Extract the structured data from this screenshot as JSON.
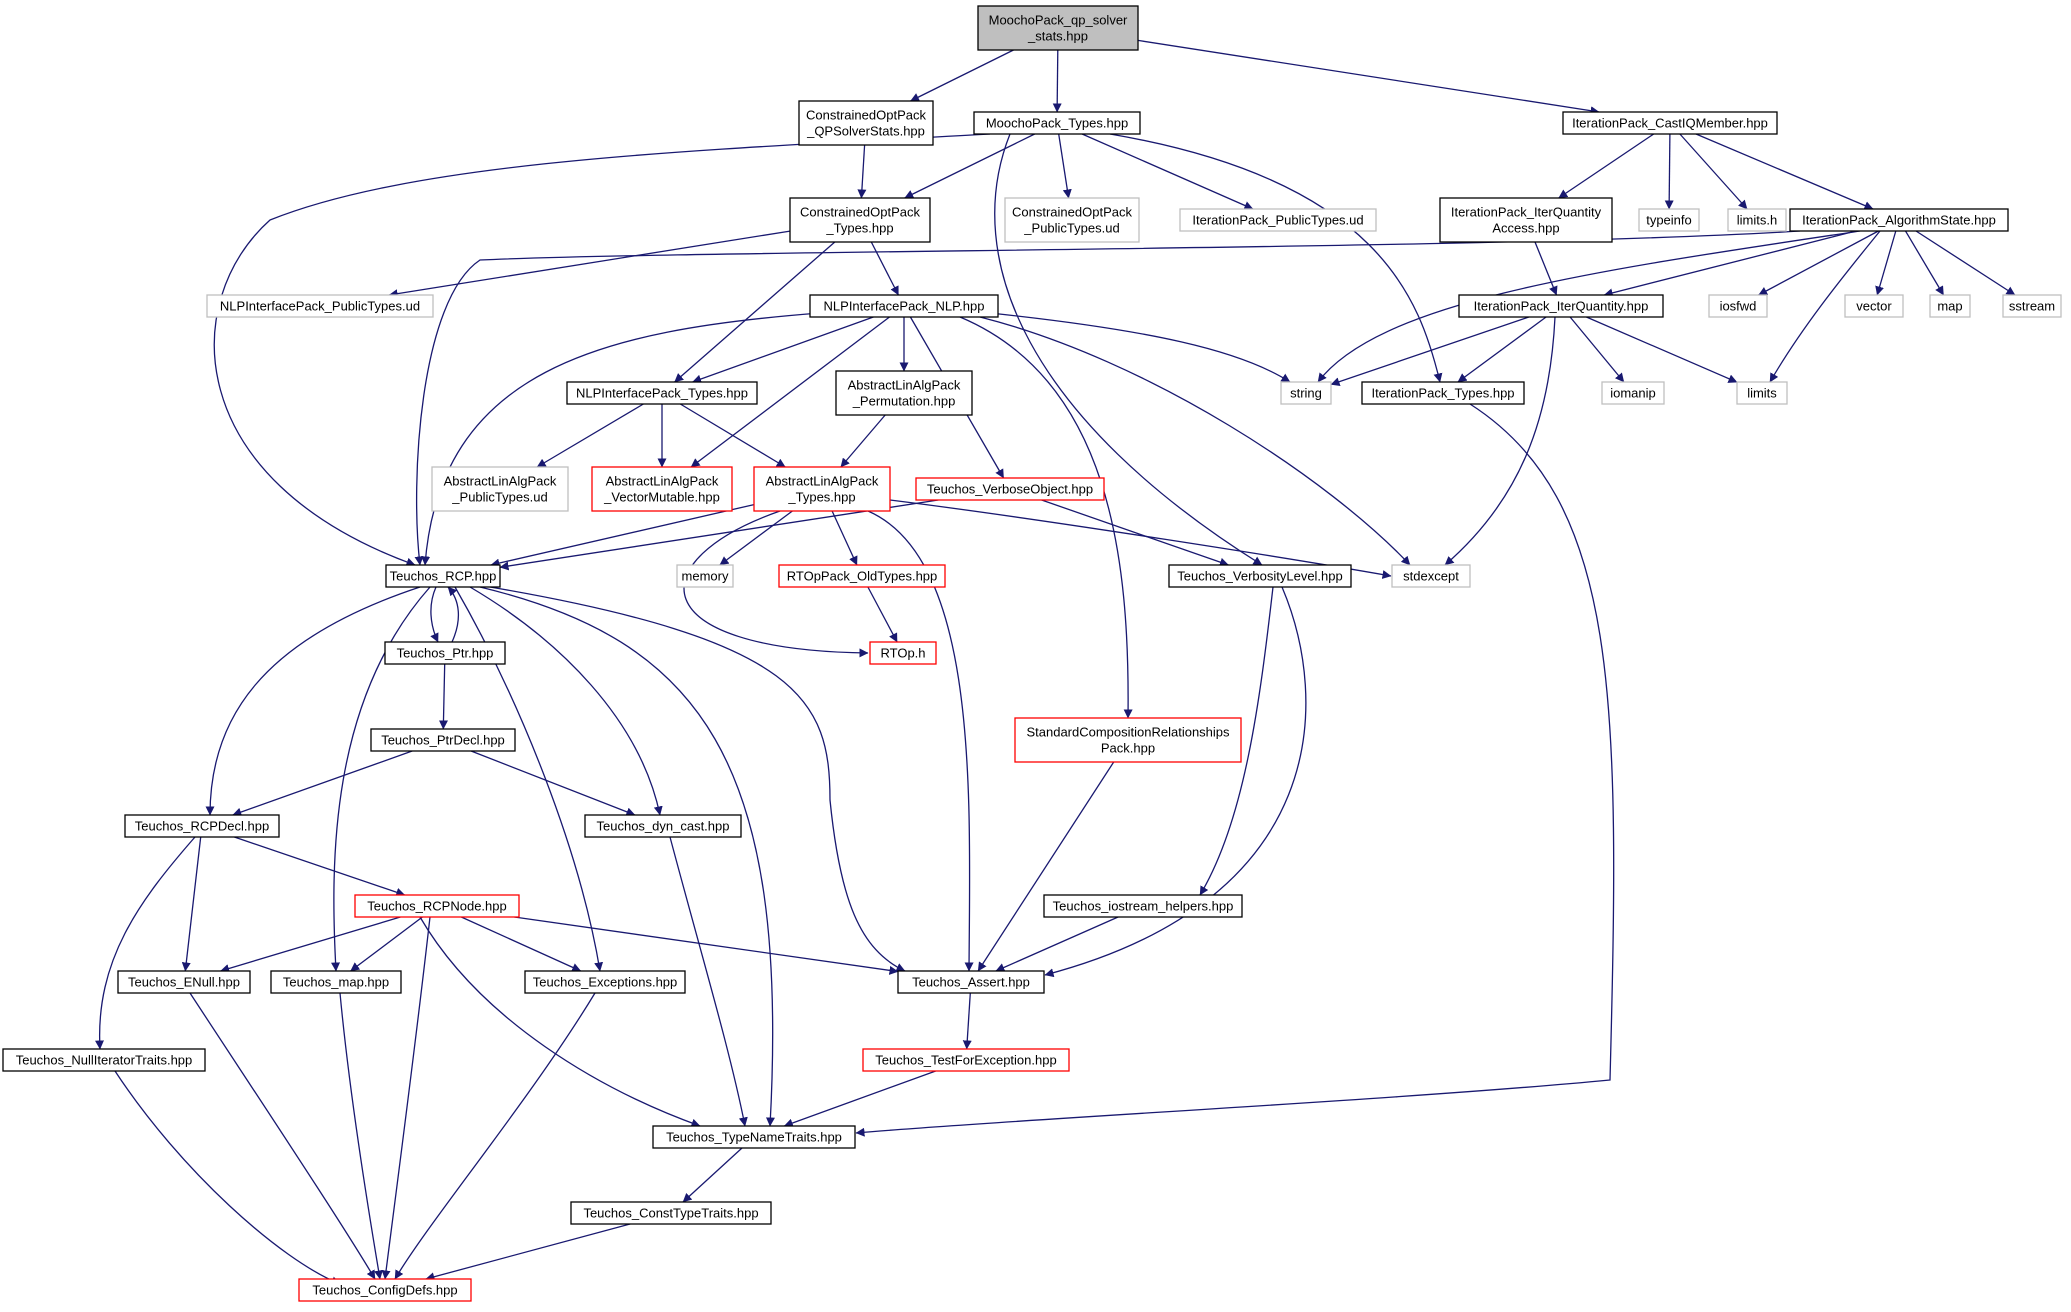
{
  "colors": {
    "edge": "#191970",
    "root_fill": "#bfbfbf",
    "documented_border": "#000000",
    "truncated_border": "#ff0000",
    "external_border": "#bfbfbf",
    "node_fill": "#ffffff"
  },
  "nodes": [
    {
      "id": "root",
      "lines": [
        "MoochoPack_qp_solver",
        "_stats.hpp"
      ],
      "kind": "root"
    },
    {
      "id": "copQPS",
      "lines": [
        "ConstrainedOptPack",
        "_QPSolverStats.hpp"
      ],
      "kind": "doc"
    },
    {
      "id": "mpTypes",
      "lines": [
        "MoochoPack_Types.hpp"
      ],
      "kind": "doc"
    },
    {
      "id": "ipCast",
      "lines": [
        "IterationPack_CastIQMember.hpp"
      ],
      "kind": "doc"
    },
    {
      "id": "copTypes",
      "lines": [
        "ConstrainedOptPack",
        "_Types.hpp"
      ],
      "kind": "doc"
    },
    {
      "id": "copPub",
      "lines": [
        "ConstrainedOptPack",
        "_PublicTypes.ud"
      ],
      "kind": "ext"
    },
    {
      "id": "ipPub",
      "lines": [
        "IterationPack_PublicTypes.ud"
      ],
      "kind": "ext"
    },
    {
      "id": "ipIQA",
      "lines": [
        "IterationPack_IterQuantity",
        "Access.hpp"
      ],
      "kind": "doc"
    },
    {
      "id": "typeinfo",
      "lines": [
        "typeinfo"
      ],
      "kind": "ext"
    },
    {
      "id": "limitsh",
      "lines": [
        "limits.h"
      ],
      "kind": "ext"
    },
    {
      "id": "ipAlg",
      "lines": [
        "IterationPack_AlgorithmState.hpp"
      ],
      "kind": "doc"
    },
    {
      "id": "nlpPub",
      "lines": [
        "NLPInterfacePack_PublicTypes.ud"
      ],
      "kind": "ext"
    },
    {
      "id": "nlpNLP",
      "lines": [
        "NLPInterfacePack_NLP.hpp"
      ],
      "kind": "doc"
    },
    {
      "id": "ipIQ",
      "lines": [
        "IterationPack_IterQuantity.hpp"
      ],
      "kind": "doc"
    },
    {
      "id": "iosfwd",
      "lines": [
        "iosfwd"
      ],
      "kind": "ext"
    },
    {
      "id": "vector",
      "lines": [
        "vector"
      ],
      "kind": "ext"
    },
    {
      "id": "map",
      "lines": [
        "map"
      ],
      "kind": "ext"
    },
    {
      "id": "sstream",
      "lines": [
        "sstream"
      ],
      "kind": "ext"
    },
    {
      "id": "nlpTypes",
      "lines": [
        "NLPInterfacePack_Types.hpp"
      ],
      "kind": "doc"
    },
    {
      "id": "alaPerm",
      "lines": [
        "AbstractLinAlgPack",
        "_Permutation.hpp"
      ],
      "kind": "doc"
    },
    {
      "id": "string",
      "lines": [
        "string"
      ],
      "kind": "ext"
    },
    {
      "id": "ipTypes",
      "lines": [
        "IterationPack_Types.hpp"
      ],
      "kind": "doc"
    },
    {
      "id": "iomanip",
      "lines": [
        "iomanip"
      ],
      "kind": "ext"
    },
    {
      "id": "limits",
      "lines": [
        "limits"
      ],
      "kind": "ext"
    },
    {
      "id": "alaPub",
      "lines": [
        "AbstractLinAlgPack",
        "_PublicTypes.ud"
      ],
      "kind": "ext"
    },
    {
      "id": "alaVM",
      "lines": [
        "AbstractLinAlgPack",
        "_VectorMutable.hpp"
      ],
      "kind": "red"
    },
    {
      "id": "alaTypes",
      "lines": [
        "AbstractLinAlgPack",
        "_Types.hpp"
      ],
      "kind": "red"
    },
    {
      "id": "tVerbObj",
      "lines": [
        "Teuchos_VerboseObject.hpp"
      ],
      "kind": "red"
    },
    {
      "id": "tRCP",
      "lines": [
        "Teuchos_RCP.hpp"
      ],
      "kind": "doc"
    },
    {
      "id": "memory",
      "lines": [
        "memory"
      ],
      "kind": "ext"
    },
    {
      "id": "rtopOld",
      "lines": [
        "RTOpPack_OldTypes.hpp"
      ],
      "kind": "red"
    },
    {
      "id": "tVerbLvl",
      "lines": [
        "Teuchos_VerbosityLevel.hpp"
      ],
      "kind": "doc"
    },
    {
      "id": "stdexcept",
      "lines": [
        "stdexcept"
      ],
      "kind": "ext"
    },
    {
      "id": "tPtr",
      "lines": [
        "Teuchos_Ptr.hpp"
      ],
      "kind": "doc"
    },
    {
      "id": "rtop",
      "lines": [
        "RTOp.h"
      ],
      "kind": "red"
    },
    {
      "id": "scr",
      "lines": [
        "StandardCompositionRelationships",
        "Pack.hpp"
      ],
      "kind": "red"
    },
    {
      "id": "tPtrDecl",
      "lines": [
        "Teuchos_PtrDecl.hpp"
      ],
      "kind": "doc"
    },
    {
      "id": "tRCPDecl",
      "lines": [
        "Teuchos_RCPDecl.hpp"
      ],
      "kind": "doc"
    },
    {
      "id": "tDyn",
      "lines": [
        "Teuchos_dyn_cast.hpp"
      ],
      "kind": "doc"
    },
    {
      "id": "tRCPNode",
      "lines": [
        "Teuchos_RCPNode.hpp"
      ],
      "kind": "red"
    },
    {
      "id": "tIos",
      "lines": [
        "Teuchos_iostream_helpers.hpp"
      ],
      "kind": "doc"
    },
    {
      "id": "tENull",
      "lines": [
        "Teuchos_ENull.hpp"
      ],
      "kind": "doc"
    },
    {
      "id": "tMap",
      "lines": [
        "Teuchos_map.hpp"
      ],
      "kind": "doc"
    },
    {
      "id": "tExc",
      "lines": [
        "Teuchos_Exceptions.hpp"
      ],
      "kind": "doc"
    },
    {
      "id": "tAssert",
      "lines": [
        "Teuchos_Assert.hpp"
      ],
      "kind": "doc"
    },
    {
      "id": "tNullIt",
      "lines": [
        "Teuchos_NullIteratorTraits.hpp"
      ],
      "kind": "doc"
    },
    {
      "id": "tTFE",
      "lines": [
        "Teuchos_TestForException.hpp"
      ],
      "kind": "red"
    },
    {
      "id": "tTNT",
      "lines": [
        "Teuchos_TypeNameTraits.hpp"
      ],
      "kind": "doc"
    },
    {
      "id": "tConstTT",
      "lines": [
        "Teuchos_ConstTypeTraits.hpp"
      ],
      "kind": "doc"
    },
    {
      "id": "tConfig",
      "lines": [
        "Teuchos_ConfigDefs.hpp"
      ],
      "kind": "red"
    }
  ],
  "edges": [
    [
      "root",
      "copQPS"
    ],
    [
      "root",
      "mpTypes"
    ],
    [
      "root",
      "ipCast"
    ],
    [
      "copQPS",
      "copTypes"
    ],
    [
      "mpTypes",
      "tRCP"
    ],
    [
      "mpTypes",
      "copTypes"
    ],
    [
      "mpTypes",
      "tVerbLvl"
    ],
    [
      "mpTypes",
      "copPub"
    ],
    [
      "mpTypes",
      "ipPub"
    ],
    [
      "mpTypes",
      "ipTypes"
    ],
    [
      "ipCast",
      "ipIQA"
    ],
    [
      "ipCast",
      "typeinfo"
    ],
    [
      "ipCast",
      "limitsh"
    ],
    [
      "ipCast",
      "ipAlg"
    ],
    [
      "copTypes",
      "nlpPub"
    ],
    [
      "copTypes",
      "nlpNLP"
    ],
    [
      "copTypes",
      "nlpTypes"
    ],
    [
      "ipIQA",
      "ipIQ"
    ],
    [
      "ipAlg",
      "tRCP"
    ],
    [
      "ipAlg",
      "ipIQ"
    ],
    [
      "ipAlg",
      "string"
    ],
    [
      "ipAlg",
      "iosfwd"
    ],
    [
      "ipAlg",
      "vector"
    ],
    [
      "ipAlg",
      "map"
    ],
    [
      "ipAlg",
      "sstream"
    ],
    [
      "ipAlg",
      "limits"
    ],
    [
      "nlpNLP",
      "tRCP"
    ],
    [
      "nlpNLP",
      "nlpTypes"
    ],
    [
      "nlpNLP",
      "alaVM"
    ],
    [
      "nlpNLP",
      "alaPerm"
    ],
    [
      "nlpNLP",
      "tVerbObj"
    ],
    [
      "nlpNLP",
      "scr"
    ],
    [
      "nlpNLP",
      "string"
    ],
    [
      "nlpNLP",
      "stdexcept"
    ],
    [
      "ipIQ",
      "string"
    ],
    [
      "ipIQ",
      "ipTypes"
    ],
    [
      "ipIQ",
      "iomanip"
    ],
    [
      "ipIQ",
      "limits"
    ],
    [
      "ipIQ",
      "stdexcept"
    ],
    [
      "nlpTypes",
      "alaPub"
    ],
    [
      "nlpTypes",
      "alaVM"
    ],
    [
      "nlpTypes",
      "alaTypes"
    ],
    [
      "alaPerm",
      "alaTypes"
    ],
    [
      "ipTypes",
      "tTNT"
    ],
    [
      "alaTypes",
      "tRCP"
    ],
    [
      "alaTypes",
      "memory"
    ],
    [
      "alaTypes",
      "rtopOld"
    ],
    [
      "alaTypes",
      "rtop"
    ],
    [
      "alaTypes",
      "tAssert"
    ],
    [
      "alaTypes",
      "stdexcept"
    ],
    [
      "tVerbObj",
      "tRCP"
    ],
    [
      "tVerbObj",
      "tVerbLvl"
    ],
    [
      "tRCP",
      "tPtr"
    ],
    [
      "tRCP",
      "tRCPDecl"
    ],
    [
      "tRCP",
      "tMap"
    ],
    [
      "tRCP",
      "tDyn"
    ],
    [
      "tRCP",
      "tExc"
    ],
    [
      "tRCP",
      "tTNT"
    ],
    [
      "tRCP",
      "tAssert"
    ],
    [
      "tPtr",
      "tRCP"
    ],
    [
      "tPtr",
      "tPtrDecl"
    ],
    [
      "rtopOld",
      "rtop"
    ],
    [
      "tVerbLvl",
      "tIos"
    ],
    [
      "tVerbLvl",
      "tAssert"
    ],
    [
      "scr",
      "tAssert"
    ],
    [
      "tPtrDecl",
      "tRCPDecl"
    ],
    [
      "tPtrDecl",
      "tDyn"
    ],
    [
      "tRCPDecl",
      "tNullIt"
    ],
    [
      "tRCPDecl",
      "tENull"
    ],
    [
      "tRCPDecl",
      "tRCPNode"
    ],
    [
      "tDyn",
      "tTNT"
    ],
    [
      "tRCPNode",
      "tENull"
    ],
    [
      "tRCPNode",
      "tMap"
    ],
    [
      "tRCPNode",
      "tExc"
    ],
    [
      "tRCPNode",
      "tAssert"
    ],
    [
      "tRCPNode",
      "tTNT"
    ],
    [
      "tRCPNode",
      "tConfig"
    ],
    [
      "tIos",
      "tAssert"
    ],
    [
      "tENull",
      "tConfig"
    ],
    [
      "tMap",
      "tConfig"
    ],
    [
      "tExc",
      "tConfig"
    ],
    [
      "tAssert",
      "tTFE"
    ],
    [
      "tNullIt",
      "tConfig"
    ],
    [
      "tTFE",
      "tTNT"
    ],
    [
      "tTNT",
      "tConstTT"
    ],
    [
      "tConstTT",
      "tConfig"
    ]
  ]
}
